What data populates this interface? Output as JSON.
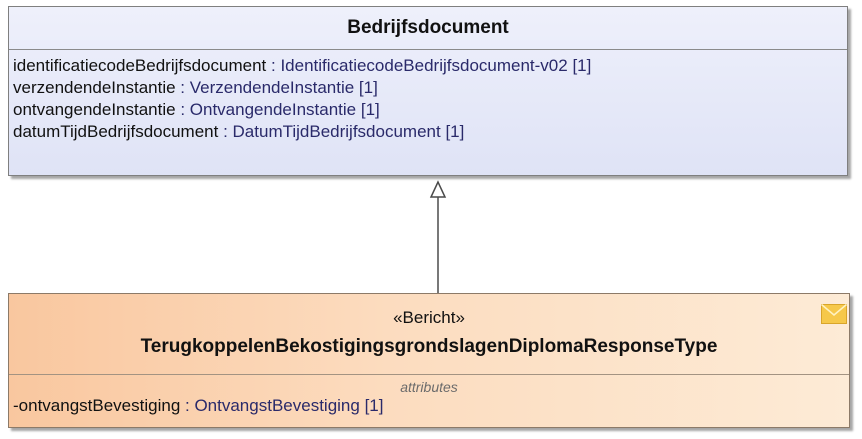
{
  "superclass": {
    "name": "Bedrijfsdocument",
    "attributes": [
      {
        "name": "identificatiecodeBedrijfsdocument",
        "separator": " : ",
        "type": "IdentificatiecodeBedrijfsdocument-v02",
        "multiplicity": " [1]"
      },
      {
        "name": "verzendendeInstantie",
        "separator": " : ",
        "type": "VerzendendeInstantie",
        "multiplicity": " [1]"
      },
      {
        "name": "ontvangendeInstantie",
        "separator": " : ",
        "type": "OntvangendeInstantie",
        "multiplicity": " [1]"
      },
      {
        "name": "datumTijdBedrijfsdocument",
        "separator": " : ",
        "type": "DatumTijdBedrijfsdocument",
        "multiplicity": " [1]"
      }
    ]
  },
  "subclass": {
    "stereotype": "«Bericht»",
    "name": "TerugkoppelenBekostigingsgrondslagenDiplomaResponseType",
    "compartment_label": "attributes",
    "icon": "envelope-icon",
    "attributes": [
      {
        "name": "-ontvangstBevestiging",
        "separator": " : ",
        "type": "OntvangstBevestiging",
        "multiplicity": " [1]"
      }
    ]
  },
  "relationship": {
    "kind": "generalization"
  },
  "colors": {
    "superclass_fill": "#e4e8f8",
    "subclass_fill": "#fbd3b0",
    "envelope": "#f6c84a",
    "line": "#4a4a4a"
  }
}
